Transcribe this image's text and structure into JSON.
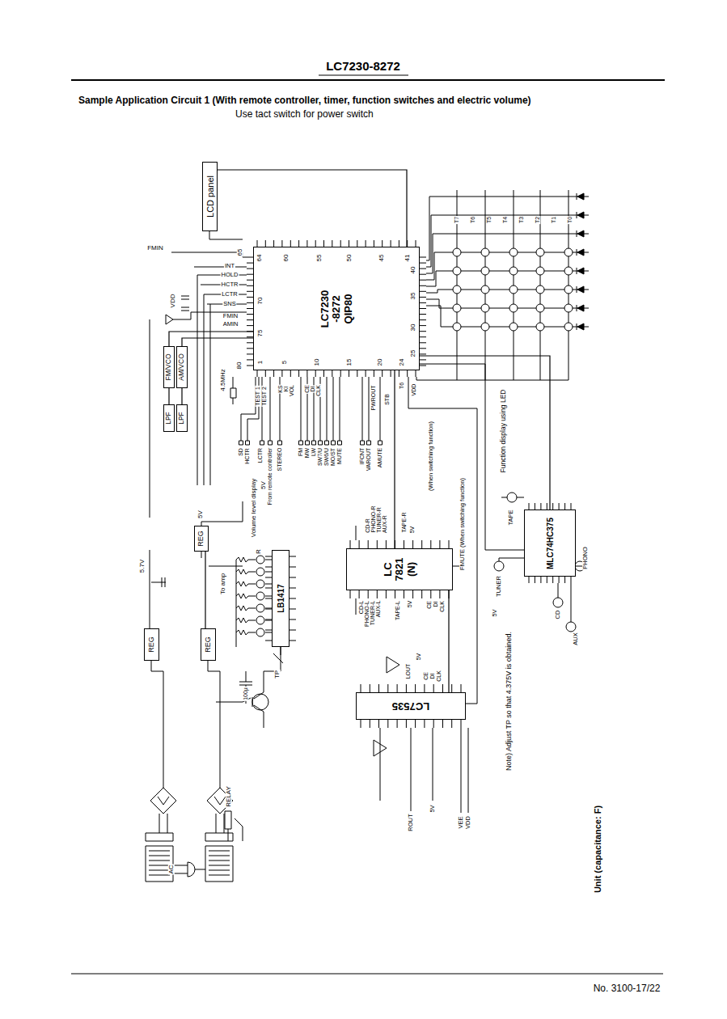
{
  "diagram": {
    "title": "Sample Application Circuit 1 (With remote controller, timer, function switches and electric volume)",
    "nodes": [
      {
        "text": [
          "LCD panel"
        ]
      },
      {
        "text": [
          "LC7230 -8272 QIP80"
        ]
      },
      {
        "text": [
          "FM/VCO"
        ]
      },
      {
        "text": [
          "AM/VCO"
        ]
      },
      {
        "text": [
          "LPF"
        ]
      },
      {
        "text": [
          "LPF"
        ]
      },
      {
        "text": [
          "REG"
        ]
      },
      {
        "text": [
          "REG"
        ]
      },
      {
        "text": [
          "REG"
        ]
      },
      {
        "text": [
          "LB1417"
        ]
      },
      {
        "text": [
          "LC 7821 (N)"
        ]
      },
      {
        "text": [
          "LC7535"
        ]
      },
      {
        "text": [
          "MLC74HC375"
        ]
      }
    ],
    "edges": [
      {
        "from": 1,
        "to": 0,
        "arrow": "none"
      },
      {
        "from": 4,
        "to": 2,
        "arrow": "none"
      },
      {
        "from": 5,
        "to": 3,
        "arrow": "none"
      },
      {
        "from": 2,
        "to": 1,
        "arrow": "none"
      },
      {
        "from": 3,
        "to": 1,
        "arrow": "none"
      },
      {
        "from": 1,
        "to": 10,
        "arrow": "none"
      },
      {
        "from": 1,
        "to": 12,
        "arrow": "none"
      },
      {
        "from": 10,
        "to": 11,
        "arrow": "none"
      },
      {
        "from": 8,
        "to": 6,
        "arrow": "none"
      }
    ],
    "labels": [
      "LC7230-8272",
      "Use tact switch for power switch",
      "FMIN",
      "INT",
      "HOLD",
      "HCTR",
      "LCTR",
      "SNS",
      "VDD",
      "FMIN",
      "AMIN",
      "65",
      "64",
      "60",
      "55",
      "50",
      "45",
      "41",
      "40",
      "35",
      "30",
      "25",
      "24",
      "20",
      "15",
      "10",
      "5",
      "1",
      "80",
      "75",
      "70",
      "4.5MHz",
      "TEST 2",
      "TEST 1",
      "KS",
      "KI",
      "VOL",
      "CE",
      "DI",
      "CLK",
      "PWROUT",
      "STB",
      "T6",
      "VDD",
      "SD",
      "HCTR",
      "LCTR",
      "From remote controller",
      "STEREO",
      "FM",
      "MW",
      "LW",
      "SW7/U",
      "SW6/U",
      "MO/ST",
      "MUTE",
      "IFCNT",
      "VAROUT",
      "AMUTE",
      "(When switching function)",
      "T7",
      "T6",
      "T5",
      "T4",
      "T3",
      "T2",
      "T1",
      "T0",
      "Function display using LED",
      "TAPE",
      "TUNER",
      "PHONO",
      "AUX",
      "CD",
      "5V",
      "5.7V",
      "5V",
      "To amp",
      "Volume level display",
      "5V",
      "R",
      "TP",
      "100μ",
      "RELAY",
      "AC",
      "CD-R",
      "PHONO-R",
      "TUNER-R",
      "AUX-R",
      "TAPE-R",
      "5V",
      "FMUTE (When switching function)",
      "CD-L",
      "PHONO-L",
      "TUNER-L",
      "AUX-L",
      "TAPE-L",
      "5V",
      "CE",
      "DI",
      "CLK",
      "LOUT",
      "5V",
      "CE",
      "DI",
      "CLK",
      "ROUT",
      "5V",
      "VEE",
      "VDD",
      "Note) Adjust TP so that 4.375V is obtained.",
      "Unit (capacitance: F)",
      "No. 3100-17/22"
    ]
  }
}
